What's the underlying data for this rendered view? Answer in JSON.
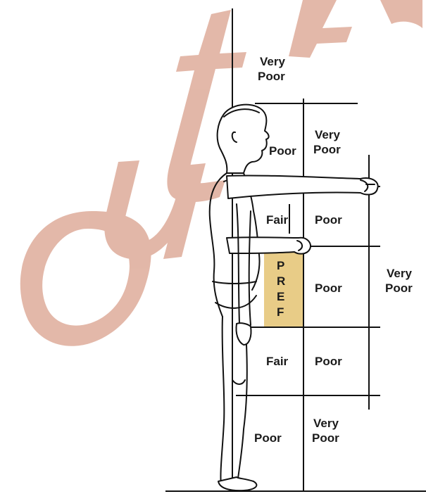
{
  "zones": {
    "top_very_poor": [
      "Very",
      "Poor"
    ],
    "head_poor": "Poor",
    "head_right_very_poor": [
      "Very",
      "Poor"
    ],
    "shoulder_fair": "Fair",
    "shoulder_poor": "Poor",
    "pref": [
      "P",
      "R",
      "E",
      "F"
    ],
    "waist_poor": "Poor",
    "far_right_very_poor": [
      "Very",
      "Poor"
    ],
    "knee_fair": "Fair",
    "knee_poor": "Poor",
    "bottom_poor": "Poor",
    "bottom_very_poor": [
      "Very",
      "Poor"
    ]
  },
  "colors": {
    "pref_fill": "#e8cc87",
    "watermark": "#d9a08c",
    "ink": "#111111"
  },
  "watermark_text": "Out"
}
